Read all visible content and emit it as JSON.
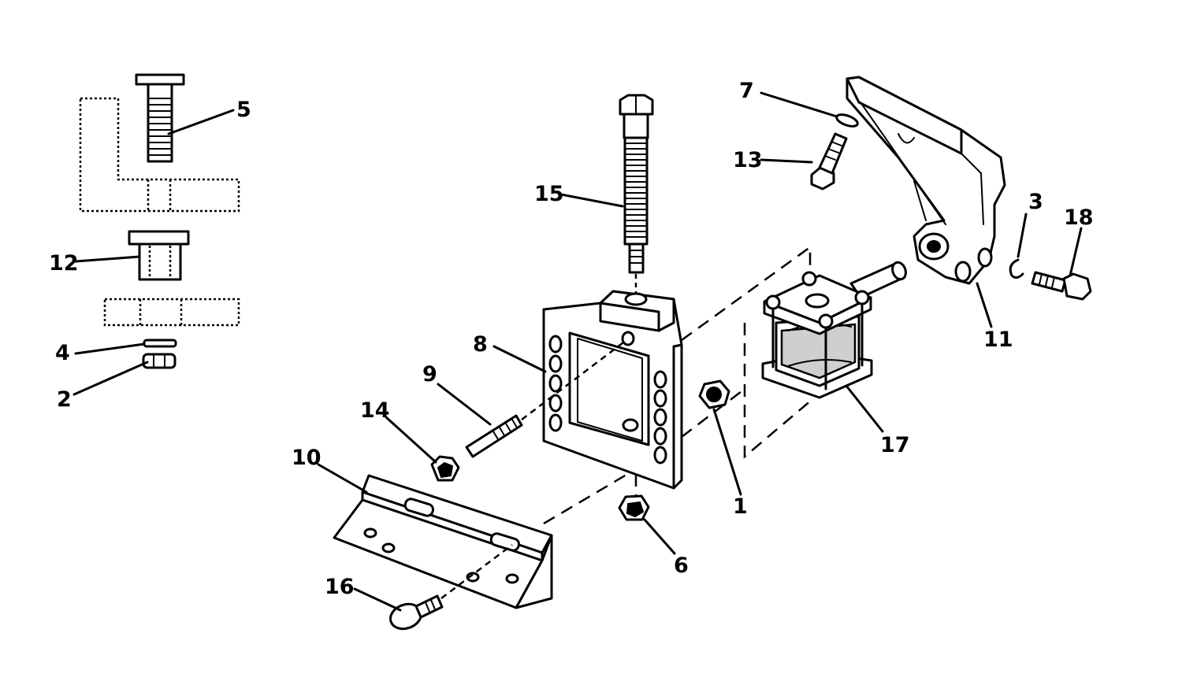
{
  "callouts": {
    "c1": "1",
    "c2": "2",
    "c3": "3",
    "c4": "4",
    "c5": "5",
    "c6": "6",
    "c7": "7",
    "c8": "8",
    "c9": "9",
    "c10": "10",
    "c11": "11",
    "c12": "12",
    "c13": "13",
    "c14": "14",
    "c15": "15",
    "c16": "16",
    "c17": "17",
    "c18": "18"
  },
  "colors": {
    "line": "#000000",
    "background": "#ffffff",
    "shade": "#cfcfcf"
  }
}
